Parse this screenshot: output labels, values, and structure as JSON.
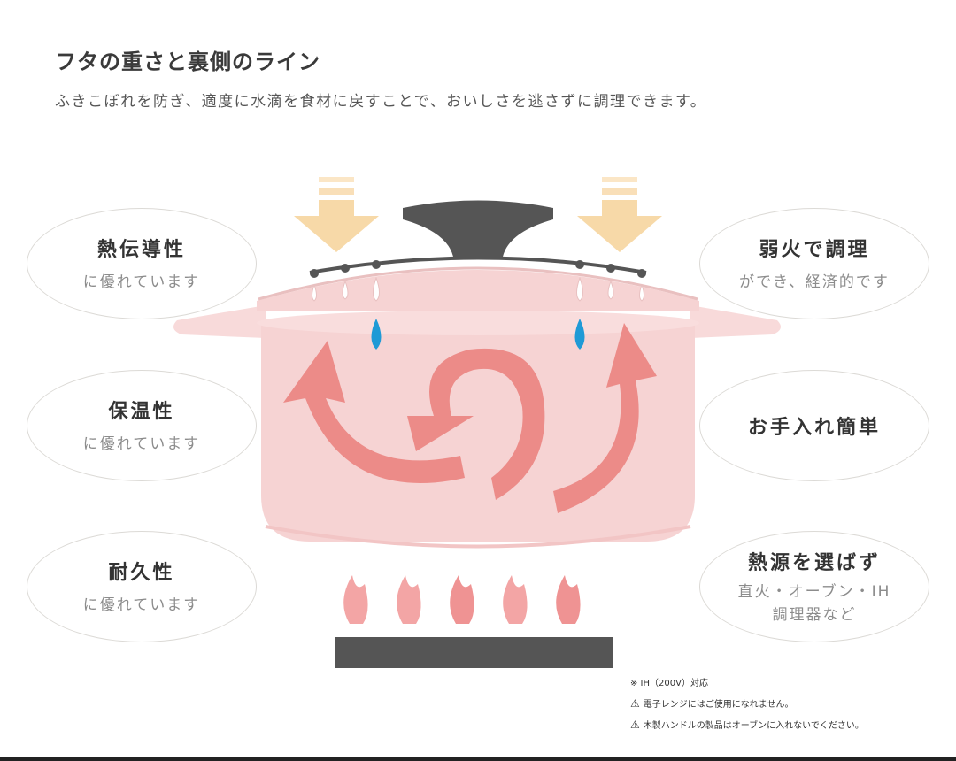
{
  "header": {
    "title": "フタの重さと裏側のライン",
    "subtitle": "ふきこぼれを防ぎ、適度に水滴を食材に戻すことで、おいしさを逃さずに調理できます。"
  },
  "features_left": [
    {
      "main": "熱伝導性",
      "sub": "に優れています"
    },
    {
      "main": "保温性",
      "sub": "に優れています"
    },
    {
      "main": "耐久性",
      "sub": "に優れています"
    }
  ],
  "features_right": [
    {
      "main": "弱火で調理",
      "sub": "ができ、経済的です"
    },
    {
      "main": "お手入れ簡単",
      "sub": ""
    },
    {
      "main": "熱源を選ばず",
      "sub": "直火・オーブン・IH",
      "sub2": "調理器など"
    }
  ],
  "notes": [
    {
      "icon": "note-mark",
      "text": "※ IH（200V）対応"
    },
    {
      "icon": "warning-icon",
      "text": "電子レンジにはご使用になれません。"
    },
    {
      "icon": "warning-icon",
      "text": "木製ハンドルの製品はオーブンに入れないでください。"
    }
  ],
  "colors": {
    "pot_pink": "#f6d3d3",
    "arrow_coral": "#ec8b88",
    "pressure_arrow": "#f7d9a8",
    "lid_knob": "#555555",
    "water_drop": "#1f9ad6",
    "burner": "#555555"
  }
}
